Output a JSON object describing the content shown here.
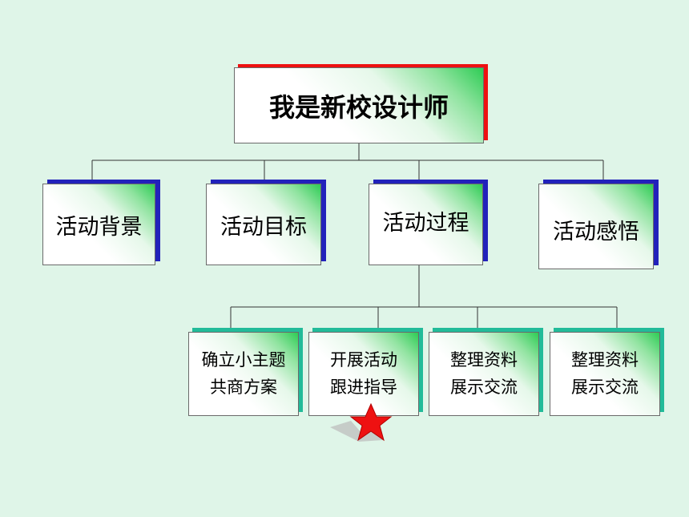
{
  "root": {
    "title": "我是新校设计师"
  },
  "level1": [
    {
      "label": "活动背景"
    },
    {
      "label": "活动目标"
    },
    {
      "label": "活动过程"
    },
    {
      "label": "活动感悟"
    }
  ],
  "level2": [
    {
      "line1": "确立小主题",
      "line2": "共商方案"
    },
    {
      "line1": "开展活动",
      "line2": "跟进指导"
    },
    {
      "line1": "整理资料",
      "line2": "展示交流"
    },
    {
      "line1": "整理资料",
      "line2": "展示交流"
    }
  ],
  "colors": {
    "background": "#dff5e8",
    "root_shadow": "#ee1111",
    "level1_shadow": "#2222bb",
    "level2_shadow": "#22bb99",
    "star": "#ee1111"
  },
  "decoration": {
    "star_icon": "red-star-icon"
  }
}
